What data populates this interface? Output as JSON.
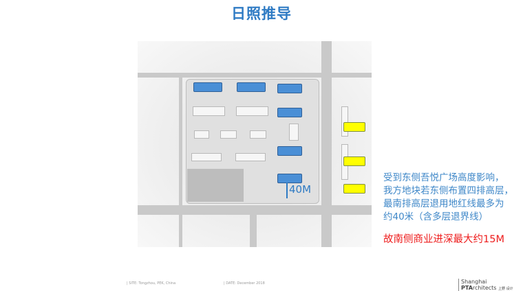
{
  "header": {
    "title": "日照推导"
  },
  "plan": {
    "dimension_label": "40M",
    "blue_buildings": 6,
    "yellow_buildings": 3,
    "colors": {
      "blue": "#4a8fd6",
      "yellow": "#ffff00"
    }
  },
  "notes": {
    "lines": [
      "受到东侧吾悦广场高度影响，",
      "我方地块若东侧布置四排高层，",
      "最南排高层退用地红线最多为",
      "约40米（含多层退界线）"
    ],
    "conclusion": "故南侧商业进深最大约15M"
  },
  "footer": {
    "site": "| SITE: Tongzhou, PEK, China",
    "date": "| DATE: December 2018",
    "logo_prefix": "Shanghai ",
    "logo_bold": "PTA",
    "logo_suffix": "rchitects",
    "logo_cn": "上野 设计"
  }
}
